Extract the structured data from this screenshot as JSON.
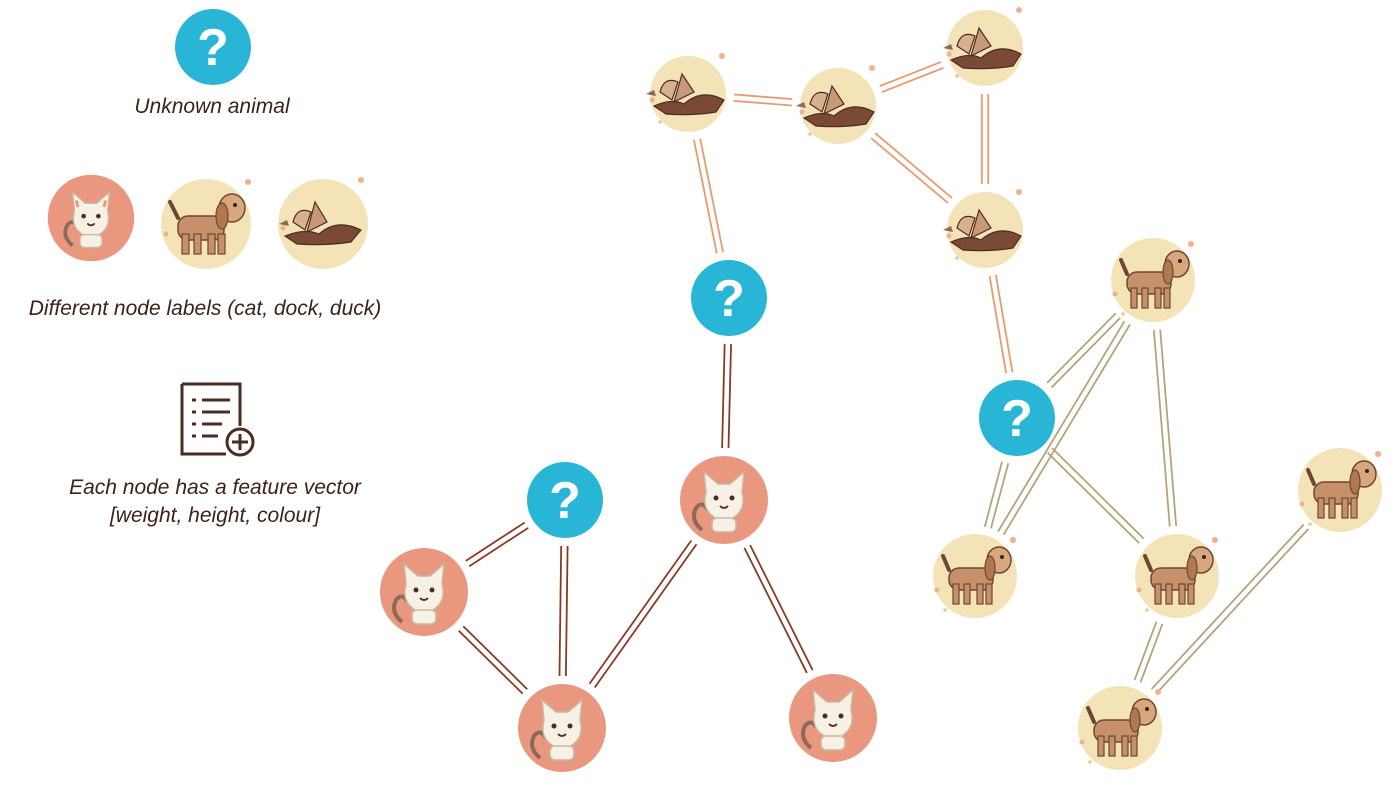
{
  "legend": {
    "unknown_caption": "Unknown animal",
    "labels_caption": "Different node labels (cat, dock, duck)",
    "feature_caption_line1": "Each node has a feature vector",
    "feature_caption_line2": "[weight, height, colour]",
    "unknown_symbol": "?"
  },
  "colors": {
    "unknown_fill": "#29b6d6",
    "cat_fill": "#e9977f",
    "dog_fill": "#f3e3b7",
    "duck_fill": "#f3e3b7",
    "cat_edge": "#8a3a22",
    "duck_edge": "#e89a70",
    "dog_edge": "#b5a47a",
    "text": "#3b2318",
    "dark_brown": "#4a2c22"
  },
  "icons": {
    "unknown": "question-mark-icon",
    "cat": "cat-icon",
    "dog": "dog-icon",
    "duck": "duck-icon",
    "feature": "feature-list-icon"
  },
  "graph": {
    "nodes": [
      {
        "id": "q1",
        "type": "unknown"
      },
      {
        "id": "q2",
        "type": "unknown"
      },
      {
        "id": "q3",
        "type": "unknown"
      },
      {
        "id": "c1",
        "type": "cat"
      },
      {
        "id": "c2",
        "type": "cat"
      },
      {
        "id": "c3",
        "type": "cat"
      },
      {
        "id": "c4",
        "type": "cat"
      },
      {
        "id": "d1",
        "type": "duck"
      },
      {
        "id": "d2",
        "type": "duck"
      },
      {
        "id": "d3",
        "type": "duck"
      },
      {
        "id": "d4",
        "type": "duck"
      },
      {
        "id": "g1",
        "type": "dog"
      },
      {
        "id": "g2",
        "type": "dog"
      },
      {
        "id": "g3",
        "type": "dog"
      },
      {
        "id": "g4",
        "type": "dog"
      },
      {
        "id": "g5",
        "type": "dog"
      }
    ],
    "edges": [
      {
        "from": "q1",
        "to": "c1"
      },
      {
        "from": "q1",
        "to": "c2"
      },
      {
        "from": "c1",
        "to": "c2"
      },
      {
        "from": "c2",
        "to": "c3"
      },
      {
        "from": "c3",
        "to": "c4"
      },
      {
        "from": "c3",
        "to": "q2"
      },
      {
        "from": "q2",
        "to": "d1"
      },
      {
        "from": "d1",
        "to": "d2"
      },
      {
        "from": "d2",
        "to": "d3"
      },
      {
        "from": "d3",
        "to": "d4"
      },
      {
        "from": "d2",
        "to": "d4"
      },
      {
        "from": "d4",
        "to": "q3"
      },
      {
        "from": "q3",
        "to": "g1"
      },
      {
        "from": "q3",
        "to": "g2"
      },
      {
        "from": "q3",
        "to": "g3"
      },
      {
        "from": "g1",
        "to": "g3"
      },
      {
        "from": "g2",
        "to": "g3"
      },
      {
        "from": "g2",
        "to": "g4"
      },
      {
        "from": "g4",
        "to": "g5"
      }
    ]
  }
}
